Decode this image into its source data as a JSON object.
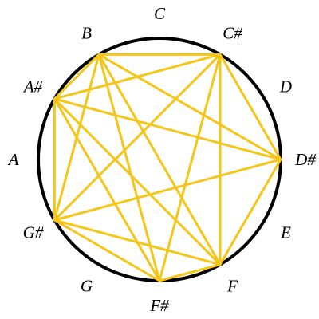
{
  "diagram": {
    "notes": [
      "C",
      "C#",
      "D",
      "D#",
      "E",
      "F",
      "F#",
      "G",
      "G#",
      "A",
      "A#",
      "B"
    ],
    "vertices": [
      "C#",
      "D#",
      "F",
      "F#",
      "G#",
      "A#",
      "B"
    ],
    "edges": [
      [
        "C#",
        "B"
      ],
      [
        "C#",
        "A#"
      ],
      [
        "C#",
        "G#"
      ],
      [
        "C#",
        "F#"
      ],
      [
        "C#",
        "F"
      ],
      [
        "C#",
        "D#"
      ],
      [
        "B",
        "D#"
      ],
      [
        "B",
        "F"
      ],
      [
        "B",
        "F#"
      ],
      [
        "B",
        "G#"
      ],
      [
        "B",
        "A#"
      ],
      [
        "A#",
        "D#"
      ],
      [
        "A#",
        "F"
      ],
      [
        "A#",
        "F#"
      ],
      [
        "A#",
        "G#"
      ],
      [
        "D#",
        "F"
      ],
      [
        "D#",
        "G#"
      ],
      [
        "F",
        "F#"
      ],
      [
        "F",
        "G#"
      ],
      [
        "F#",
        "G#"
      ]
    ],
    "colors": {
      "chord": "#f5c518",
      "outline": "#000000",
      "background": "#ffffff"
    }
  }
}
